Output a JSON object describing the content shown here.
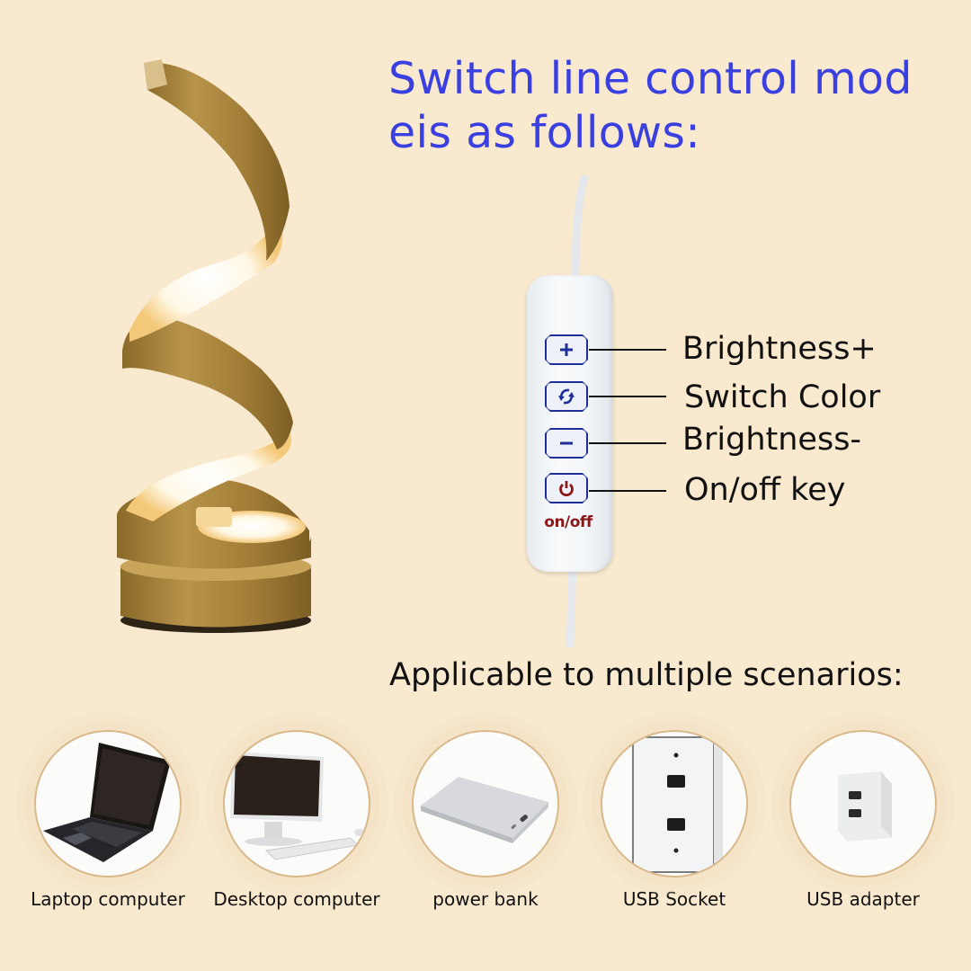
{
  "title": {
    "line1": "Switch line control mod",
    "line2": "eis as follows:",
    "color": "#3a3fe0"
  },
  "product": {
    "name": "spiral-led-lamp",
    "finish_color": "#b08a3e",
    "glow_color": "#fffaf0"
  },
  "controller": {
    "onoff_label": "on/off",
    "buttons": [
      {
        "icon": "plus-icon",
        "label": "Brightness+"
      },
      {
        "icon": "cycle-arrows-icon",
        "label": "Switch Color"
      },
      {
        "icon": "minus-icon",
        "label": "Brightness-"
      },
      {
        "icon": "power-icon",
        "label": "On/off key"
      }
    ],
    "button_outline_color": "#1f2f99",
    "power_icon_color": "#8b1818"
  },
  "scenarios": {
    "heading": "Applicable to multiple scenarios:",
    "items": [
      {
        "icon": "laptop-icon",
        "label": "Laptop computer"
      },
      {
        "icon": "desktop-computer-icon",
        "label": "Desktop computer"
      },
      {
        "icon": "power-bank-icon",
        "label": "power bank"
      },
      {
        "icon": "usb-socket-icon",
        "label": "USB Socket"
      },
      {
        "icon": "usb-adapter-icon",
        "label": "USB adapter"
      }
    ]
  },
  "background_color": "#f8e9cf"
}
